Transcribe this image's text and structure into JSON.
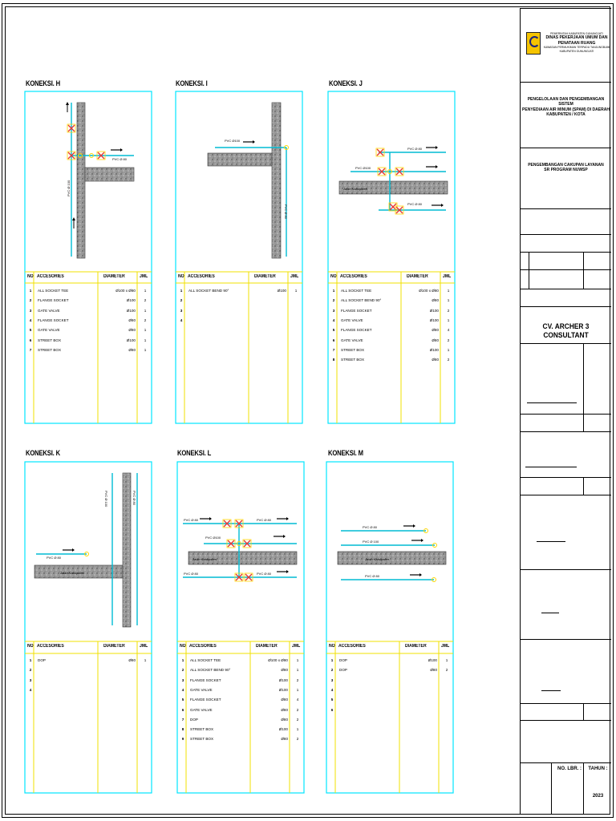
{
  "panels": [
    {
      "id": "h",
      "title": "KONEKSI. H",
      "headers": [
        "NO",
        "ACCESORIES",
        "DIAMETER",
        "JML"
      ],
      "rows": [
        [
          "1",
          "ALL SOCKET TEE",
          "Ø100 x Ø80",
          "1"
        ],
        [
          "2",
          "FLANGE SOCKET",
          "Ø100",
          "2"
        ],
        [
          "3",
          "GATE VALVE",
          "Ø100",
          "1"
        ],
        [
          "4",
          "FLANGE SOCKET",
          "Ø80",
          "2"
        ],
        [
          "5",
          "GATE VALVE",
          "Ø80",
          "1"
        ],
        [
          "6",
          "STREET BOX",
          "Ø100",
          "1"
        ],
        [
          "7",
          "STREET BOX",
          "Ø80",
          "1"
        ]
      ],
      "labels": [
        "PVC Ø 80",
        "PVC Ø 100"
      ]
    },
    {
      "id": "i",
      "title": "KONEKSI. I",
      "headers": [
        "NO",
        "ACCESORIES",
        "DIAMETER",
        "JML"
      ],
      "rows": [
        [
          "1",
          "ALL SOCKET BEND 90°",
          "Ø100",
          "1"
        ],
        [
          "2",
          "",
          "",
          ""
        ],
        [
          "3",
          "",
          "",
          ""
        ],
        [
          "4",
          "",
          "",
          ""
        ]
      ],
      "labels": [
        "PVC Ø100",
        "PVC Ø 80"
      ]
    },
    {
      "id": "j",
      "title": "KONEKSI.  J",
      "headers": [
        "NO",
        "ACCESORIES",
        "DIAMETER",
        "JML"
      ],
      "rows": [
        [
          "1",
          "ALL SOCKET TEE",
          "Ø100 x Ø80",
          "1"
        ],
        [
          "2",
          "ALL SOCKET BEND 90°",
          "Ø80",
          "1"
        ],
        [
          "3",
          "FLANGE SOCKET",
          "Ø100",
          "2"
        ],
        [
          "4",
          "GATE VALVE",
          "Ø100",
          "1"
        ],
        [
          "5",
          "FLANGE SOCKET",
          "Ø80",
          "4"
        ],
        [
          "6",
          "GATE VALVE",
          "Ø80",
          "2"
        ],
        [
          "7",
          "STREET BOX",
          "Ø100",
          "1"
        ],
        [
          "8",
          "STREET BOX",
          "Ø80",
          "2"
        ]
      ],
      "labels": [
        "PVC Ø 80",
        "PVC Ø100",
        "PVC Ø 80",
        "Jalan Kabupaten"
      ]
    },
    {
      "id": "k",
      "title": "KONEKSI.  K",
      "headers": [
        "NO",
        "ACCESORIES",
        "DIAMETER",
        "JML"
      ],
      "rows": [
        [
          "1",
          "DOP",
          "Ø80",
          "1"
        ],
        [
          "2",
          "",
          "",
          ""
        ],
        [
          "3",
          "",
          "",
          ""
        ],
        [
          "4",
          "",
          "",
          ""
        ]
      ],
      "labels": [
        "PVC Ø 80",
        "PVC Ø 100",
        "PVC Ø 80",
        "Jalan Kabupaten"
      ]
    },
    {
      "id": "l",
      "title": "KONEKSI.  L",
      "headers": [
        "NO",
        "ACCESORIES",
        "DIAMETER",
        "JML"
      ],
      "rows": [
        [
          "1",
          "ALL SOCKET TEE",
          "Ø100 x Ø80",
          "1"
        ],
        [
          "2",
          "ALL SOCKET BEND 90°",
          "Ø80",
          "1"
        ],
        [
          "3",
          "FLANGE SOCKET",
          "Ø100",
          "2"
        ],
        [
          "4",
          "GATE VALVE",
          "Ø100",
          "1"
        ],
        [
          "5",
          "FLANGE SOCKET",
          "Ø80",
          "4"
        ],
        [
          "6",
          "GATE VALVE",
          "Ø80",
          "2"
        ],
        [
          "7",
          "DOP",
          "Ø80",
          "2"
        ],
        [
          "8",
          "STREET BOX",
          "Ø100",
          "1"
        ],
        [
          "9",
          "STREET BOX",
          "Ø80",
          "2"
        ]
      ],
      "labels": [
        "PVC Ø 80",
        "PVC Ø 80",
        "PVC Ø100",
        "PVC Ø 80",
        "PVC Ø 80",
        "Jalan Kabupaten"
      ]
    },
    {
      "id": "m",
      "title": "KONEKSI.  M",
      "headers": [
        "NO",
        "ACCESORIES",
        "DIAMETER",
        "JML"
      ],
      "rows": [
        [
          "1",
          "DOP",
          "Ø100",
          "1"
        ],
        [
          "2",
          "DOP",
          "Ø80",
          "2"
        ],
        [
          "3",
          "",
          "",
          ""
        ],
        [
          "4",
          "",
          "",
          ""
        ],
        [
          "5",
          "",
          "",
          ""
        ],
        [
          "6",
          "",
          "",
          ""
        ]
      ],
      "labels": [
        "PVC Ø 80",
        "PVC Ø 100",
        "PVC Ø 80",
        "Jalan Kabupaten"
      ]
    }
  ],
  "title_block": {
    "agency_line1": "PEMERINTAH KABUPATEN GUNUNGJATI",
    "agency_line2": "DINAS PEKERJAAN UMUM DAN",
    "agency_line3": "PENATAAN RUANG",
    "agency_line4": "KAWASAN PERMUKIMAN TERPADU TANJUNGBUMI",
    "agency_line5": "KABUPATEN GUNUNGJATI",
    "project_line1": "PENGELOLAAN DAN PENGEMBANGAN SISTEM",
    "project_line2": "PENYEDIAAN AIR MINUM (SPAM) DI DAERAH",
    "project_line3": "KABUPATEN / KOTA",
    "subproject_line1": "PENGEMBANGAN  CAKUPAN LAYANAN",
    "subproject_line2": "SR PROGRAM NUWSP",
    "consultant": "CV. ARCHER 3 CONSULTANT",
    "sheet_label": "NO. LBR. :",
    "year_label": "TAHUN :",
    "year": "2023",
    "logo_color": "#f5c400"
  },
  "colors": {
    "panel_border": "#00e5ff",
    "table_divider": "#f0e000",
    "pipe": "#00bcd4",
    "valve": "#e53935",
    "fitting": "#ffd600"
  }
}
